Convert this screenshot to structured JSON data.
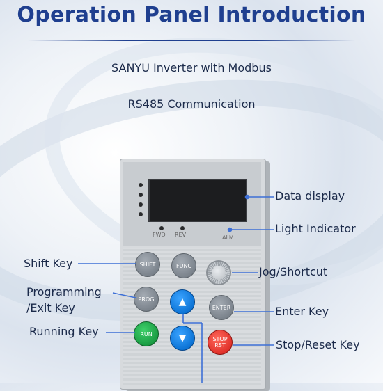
{
  "title": "Operation Panel Introduction",
  "subtitle_line1": "SANYU Inverter with Modbus",
  "subtitle_line2": "RS485 Communication",
  "panel": {
    "indicator_labels": [
      "FWD",
      "REV",
      "ALM"
    ],
    "keys": {
      "shift": "SHIFT",
      "func": "FUNC",
      "prog": "PROG",
      "enter": "ENTER",
      "run": "RUN",
      "stop_line1": "STOP",
      "stop_line2": "RST",
      "up": "▲",
      "down": "▼"
    }
  },
  "callouts": {
    "data_display": "Data display",
    "light_indicator": "Light Indicator",
    "shift_key": "Shift Key",
    "jog_shortcut": "Jog/Shortcut",
    "programming_line1": "Programming",
    "programming_line2": "/Exit Key",
    "enter_key": "Enter Key",
    "running_key": "Running Key",
    "stop_reset_key": "Stop/Reset Key"
  },
  "colors": {
    "title": "#1f3f8f",
    "callout_line": "#3d6fd6",
    "up_down_keys": "#0d74d6",
    "run_key": "#1a9c43",
    "stop_key": "#e1322b"
  }
}
